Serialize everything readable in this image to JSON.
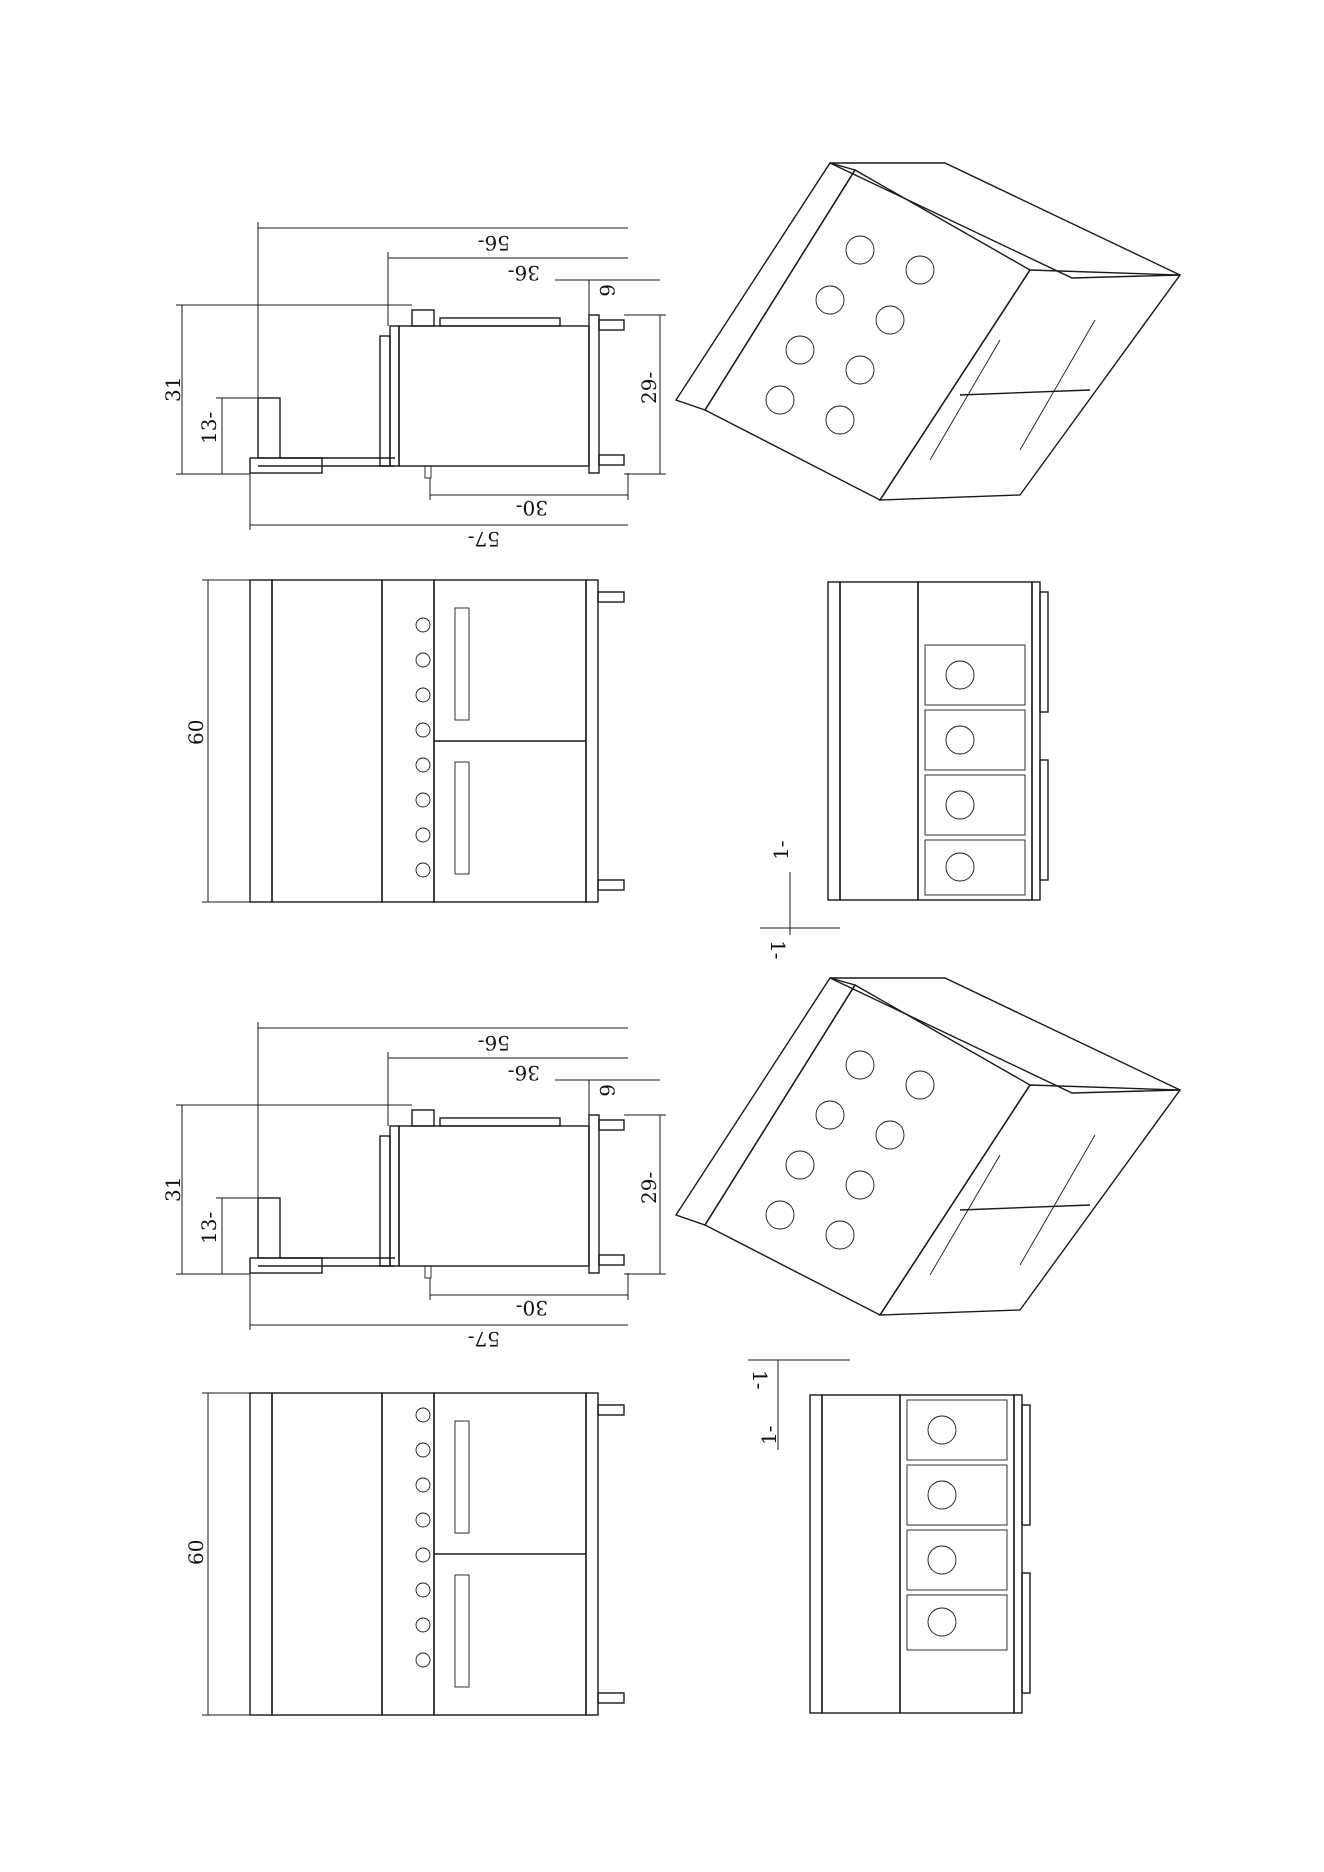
{
  "colors": {
    "ink": "#1a1a1a",
    "paper": "#ffffff"
  },
  "dims": {
    "upper_side": {
      "overall_depth": "56-",
      "body_depth": "36-",
      "top": "6",
      "height": "31",
      "backsplash": "13-",
      "body_height": "29-",
      "base_depth": "30-",
      "total_depth": "57-"
    },
    "upper_front": {
      "width": "60"
    },
    "upper_plan": {
      "gap_a": "1-",
      "gap_b": "1-"
    },
    "lower_side": {
      "overall_depth": "56-",
      "body_depth": "36-",
      "top": "6",
      "height": "31",
      "backsplash": "13-",
      "body_height": "29-",
      "base_depth": "30-",
      "total_depth": "57-"
    },
    "lower_front": {
      "width": "60"
    },
    "lower_plan": {
      "gap_a": "1-",
      "gap_b": "1-"
    }
  }
}
